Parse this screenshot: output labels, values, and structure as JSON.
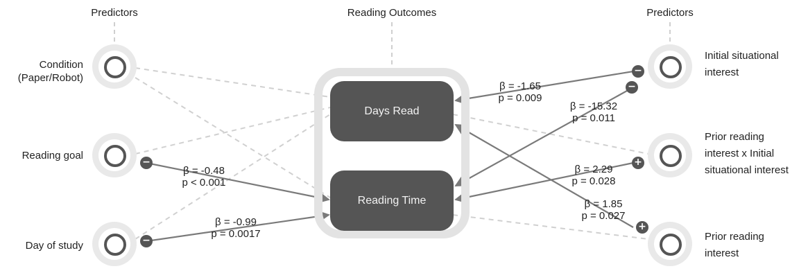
{
  "headers": {
    "left": "Predictors",
    "center": "Reading Outcomes",
    "right": "Predictors"
  },
  "outcomes": {
    "days_read": "Days Read",
    "reading_time": "Reading Time"
  },
  "predictors_left": {
    "condition_line1": "Condition",
    "condition_line2": "(Paper/Robot)",
    "reading_goal": "Reading goal",
    "day_of_study": "Day of study"
  },
  "predictors_right": {
    "initial_line1": "Initial situational",
    "initial_line2": "interest",
    "prior_x_initial_line1": "Prior reading",
    "prior_x_initial_line2": "interest x Initial",
    "prior_x_initial_line3": "situational interest",
    "prior_line1": "Prior reading",
    "prior_line2": "interest"
  },
  "effects": {
    "goal_time": {
      "beta": "β = -0.48",
      "p": "p < 0.001",
      "sign": "−"
    },
    "day_time": {
      "beta": "β = -0.99",
      "p": "p = 0.0017",
      "sign": "−"
    },
    "initial_days": {
      "beta": "β = -1.65",
      "p": "p = 0.009",
      "sign": "−"
    },
    "initial_time": {
      "beta": "β = -15.32",
      "p": "p = 0.011",
      "sign": "−"
    },
    "interaction_time": {
      "beta": "β = 2.29",
      "p": "p = 0.028",
      "sign": "+"
    },
    "prior_days": {
      "beta": "β = 1.85",
      "p": "p = 0.027",
      "sign": "+"
    }
  },
  "colors": {
    "significant_link": "#7a7a7a",
    "nonsignificant_link": "#d0d0d0",
    "outcome_fill": "#555555",
    "node_ring": "#555555",
    "halo": "#e9e9e9"
  }
}
